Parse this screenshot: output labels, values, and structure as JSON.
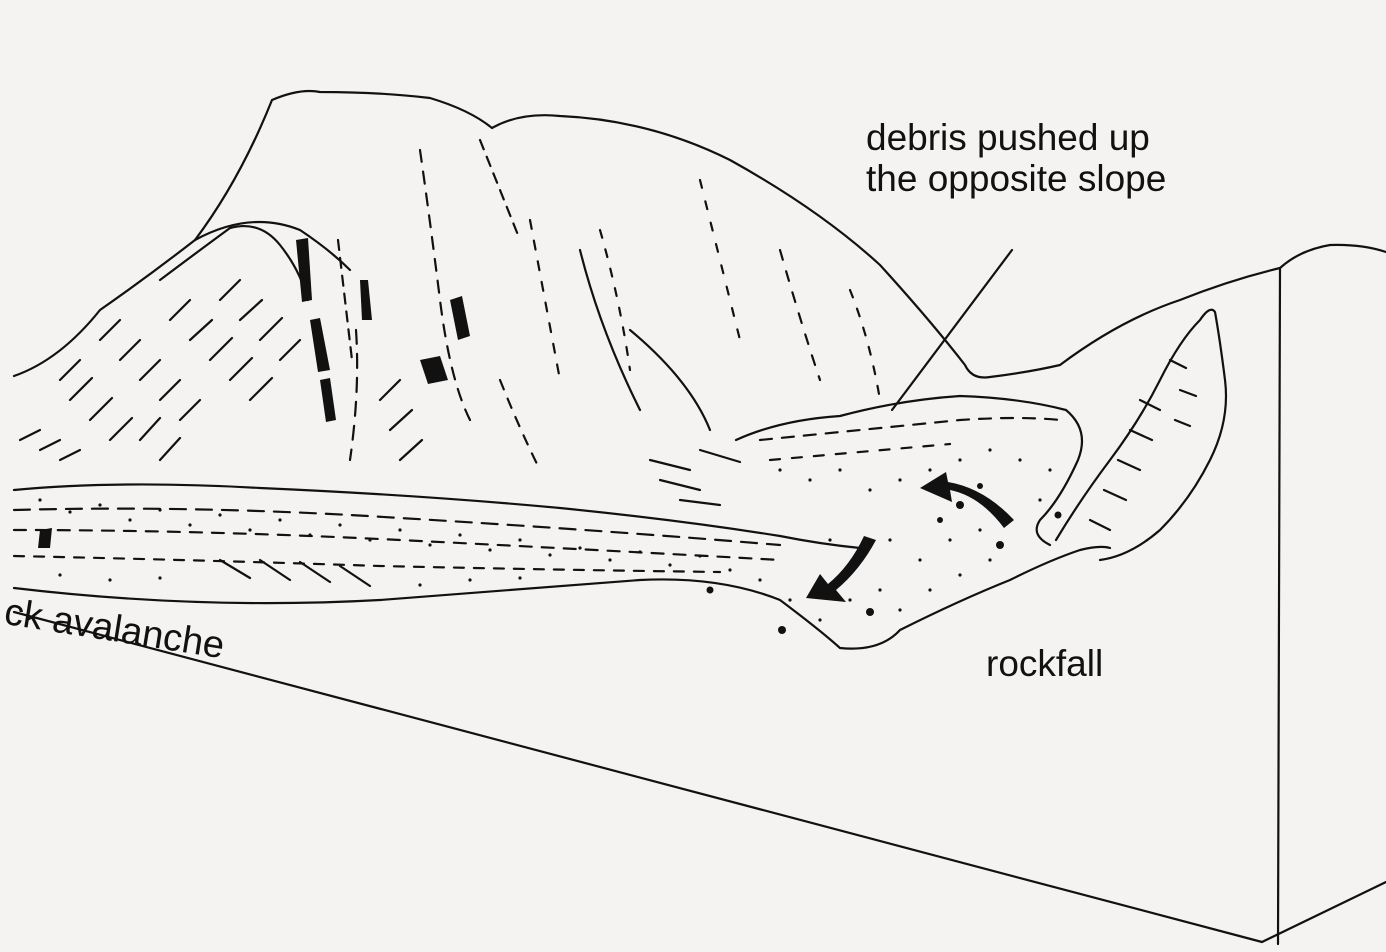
{
  "labels": {
    "debris_line1": "debris pushed up",
    "debris_line2": "the opposite slope",
    "rockfall": "rockfall",
    "avalanche": "ck avalanche"
  },
  "colors": {
    "ink": "#111111",
    "paper": "#f4f3f1"
  }
}
